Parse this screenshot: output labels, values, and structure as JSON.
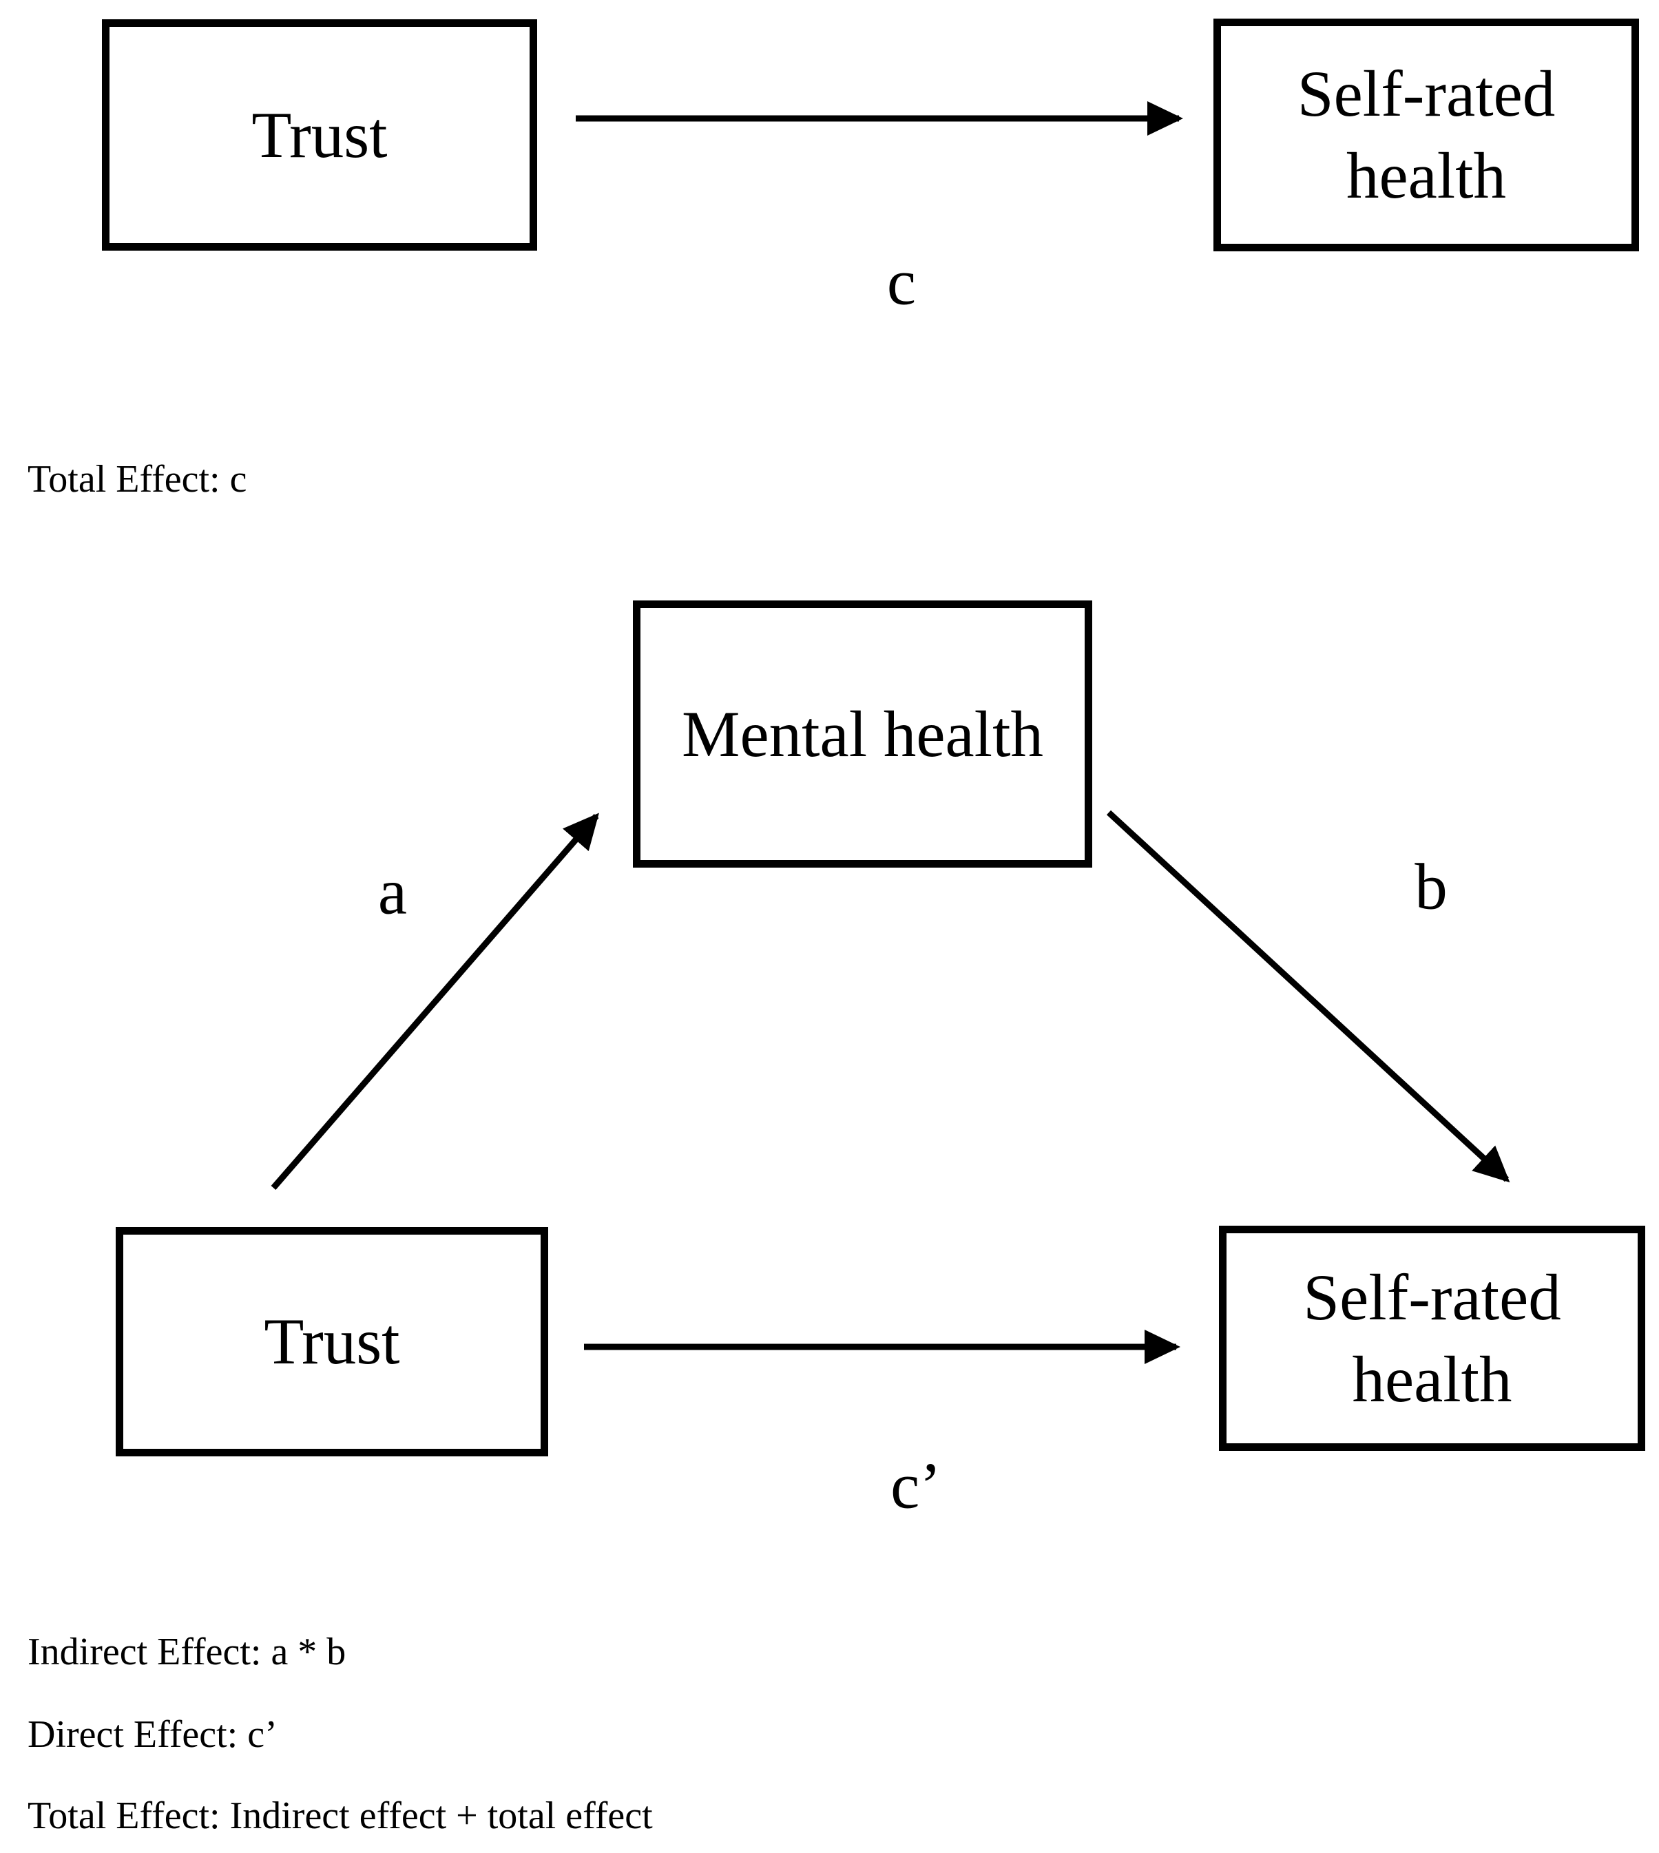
{
  "figure": {
    "colors": {
      "ink": "#000000",
      "background": "#ffffff"
    },
    "top_model": {
      "predictor": "Trust",
      "outcome": "Self-rated health",
      "path_c_label": "c",
      "note": "Total Effect: c"
    },
    "mediation_model": {
      "predictor": "Trust",
      "mediator": "Mental health",
      "outcome": "Self-rated health",
      "path_a_label": "a",
      "path_b_label": "b",
      "path_c_prime_label": "c’",
      "notes": [
        "Indirect Effect: a * b",
        "Direct Effect: c’",
        "Total Effect: Indirect effect + total effect"
      ]
    }
  }
}
